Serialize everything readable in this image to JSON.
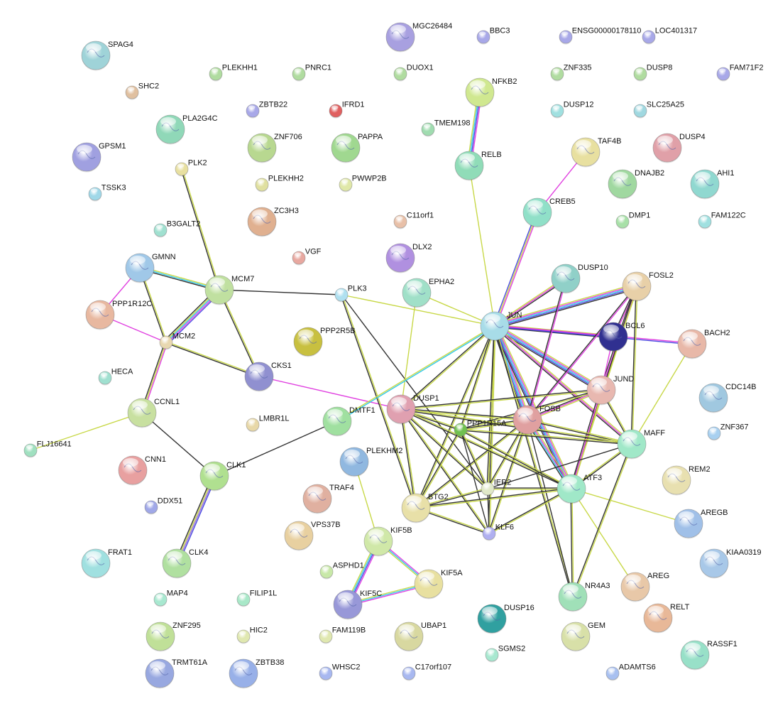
{
  "title": "Protein interaction network",
  "edge_colors": {
    "y": "#c8d848",
    "k": "#333333",
    "m": "#e040e0",
    "c": "#30c8e8",
    "b": "#4848e0",
    "p": "#9a70d8"
  },
  "nodes": [
    {
      "label": "SPAG4",
      "color": "#9fd3d8"
    },
    {
      "label": "SHC2",
      "color": "#e0c0a0"
    },
    {
      "label": "PLEKHH1",
      "color": "#b0dca0"
    },
    {
      "label": "PNRC1",
      "color": "#b0dca0"
    },
    {
      "label": "DUOX1",
      "color": "#b0dca0"
    },
    {
      "label": "MGC26484",
      "color": "#a8a0e0"
    },
    {
      "label": "BBC3",
      "color": "#a8a8e8"
    },
    {
      "label": "ENSG00000178110",
      "color": "#a8a8e8"
    },
    {
      "label": "LOC401317",
      "color": "#a8a8e8"
    },
    {
      "label": "FAM71F2",
      "color": "#a8a8e8"
    },
    {
      "label": "ZNF335",
      "color": "#b0dca0"
    },
    {
      "label": "DUSP8",
      "color": "#b0dca0"
    },
    {
      "label": "ZBTB22",
      "color": "#a8a8e8"
    },
    {
      "label": "IFRD1",
      "color": "#e06060"
    },
    {
      "label": "PLA2G4C",
      "color": "#90d8b8"
    },
    {
      "label": "NFKB2",
      "color": "#d0e890"
    },
    {
      "label": "DUSP12",
      "color": "#a0e0e0"
    },
    {
      "label": "SLC25A25",
      "color": "#a0d8e0"
    },
    {
      "label": "TMEM198",
      "color": "#a0dcb0"
    },
    {
      "label": "GPSM1",
      "color": "#a0a0e0"
    },
    {
      "label": "ZNF706",
      "color": "#b8d890"
    },
    {
      "label": "PAPPA",
      "color": "#a0d890"
    },
    {
      "label": "RELB",
      "color": "#90dcb8"
    },
    {
      "label": "TAF4B",
      "color": "#e8e0a0"
    },
    {
      "label": "DUSP4",
      "color": "#e0a0a8"
    },
    {
      "label": "PLK2",
      "color": "#e8e0a0"
    },
    {
      "label": "PLEKHH2",
      "color": "#e0e0a0"
    },
    {
      "label": "PWWP2B",
      "color": "#e0e8a8"
    },
    {
      "label": "DNAJB2",
      "color": "#a0d8a0"
    },
    {
      "label": "AHI1",
      "color": "#90d8d0"
    },
    {
      "label": "TSSK3",
      "color": "#a0d8e8"
    },
    {
      "label": "CREB5",
      "color": "#90e0c8"
    },
    {
      "label": "ZC3H3",
      "color": "#e0b090"
    },
    {
      "label": "C11orf1",
      "color": "#e8c0a8"
    },
    {
      "label": "DMP1",
      "color": "#a8e0a8"
    },
    {
      "label": "FAM122C",
      "color": "#a0e0e0"
    },
    {
      "label": "B3GALT2",
      "color": "#a0e0d0"
    },
    {
      "label": "VGF",
      "color": "#e8a8a0"
    },
    {
      "label": "DLX2",
      "color": "#b090e0"
    },
    {
      "label": "GMNN",
      "color": "#a0c8e8"
    },
    {
      "label": "DUSP10",
      "color": "#90d0c8"
    },
    {
      "label": "FOSL2",
      "color": "#e8d0a8"
    },
    {
      "label": "MCM7",
      "color": "#c0e0a0"
    },
    {
      "label": "PLK3",
      "color": "#b0e0f0"
    },
    {
      "label": "EPHA2",
      "color": "#a0e0c8"
    },
    {
      "label": "PPP1R12C",
      "color": "#e8b8a0"
    },
    {
      "label": "JUN",
      "color": "#a8dce8"
    },
    {
      "label": "BCL6",
      "color": "#303090"
    },
    {
      "label": "BACH2",
      "color": "#e8b8a8"
    },
    {
      "label": "PPP2R5B",
      "color": "#c8c040"
    },
    {
      "label": "MCM2",
      "color": "#e8d8b0"
    },
    {
      "label": "CKS1",
      "color": "#9090d0"
    },
    {
      "label": "HECA",
      "color": "#a0e0d0"
    },
    {
      "label": "JUND",
      "color": "#e8b8b0"
    },
    {
      "label": "CDC14B",
      "color": "#a0c8e0"
    },
    {
      "label": "DUSP1",
      "color": "#e0a0b0"
    },
    {
      "label": "CCNL1",
      "color": "#c8e0a0"
    },
    {
      "label": "FOSB",
      "color": "#e0a0a0"
    },
    {
      "label": "DMTF1",
      "color": "#a0e0a0"
    },
    {
      "label": "PPP1R15A",
      "color": "#70c050"
    },
    {
      "label": "LMBR1L",
      "color": "#e8d8a8"
    },
    {
      "label": "MAFF",
      "color": "#a0e8c8"
    },
    {
      "label": "ZNF367",
      "color": "#a8d0f0"
    },
    {
      "label": "FLJ16641",
      "color": "#a0e0c0"
    },
    {
      "label": "PLEKHM2",
      "color": "#90b8e0"
    },
    {
      "label": "CNN1",
      "color": "#e8a0a0"
    },
    {
      "label": "CLK1",
      "color": "#b0e090"
    },
    {
      "label": "REM2",
      "color": "#e8e0b0"
    },
    {
      "label": "IER2",
      "color": "#e0e8c8"
    },
    {
      "label": "ATF3",
      "color": "#a0e8c8"
    },
    {
      "label": "TRAF4",
      "color": "#e0b0a0"
    },
    {
      "label": "DDX51",
      "color": "#a0a8e8"
    },
    {
      "label": "BTG2",
      "color": "#e8e0a8"
    },
    {
      "label": "AREGB",
      "color": "#a0c0e8"
    },
    {
      "label": "VPS37B",
      "color": "#e8d0a0"
    },
    {
      "label": "KLF6",
      "color": "#b0b0f0"
    },
    {
      "label": "KIF5B",
      "color": "#d0e8a8"
    },
    {
      "label": "FRAT1",
      "color": "#a0e0e0"
    },
    {
      "label": "CLK4",
      "color": "#b0e0a0"
    },
    {
      "label": "KIAA0319",
      "color": "#a8c8e8"
    },
    {
      "label": "ASPHD1",
      "color": "#c8e8a8"
    },
    {
      "label": "KIF5A",
      "color": "#e8e0a0"
    },
    {
      "label": "AREG",
      "color": "#e8c8a8"
    },
    {
      "label": "MAP4",
      "color": "#a8e8d0"
    },
    {
      "label": "FILIP1L",
      "color": "#a8e8c8"
    },
    {
      "label": "KIF5C",
      "color": "#9898d8"
    },
    {
      "label": "NR4A3",
      "color": "#a0e0b8"
    },
    {
      "label": "DUSP16",
      "color": "#30a0a0"
    },
    {
      "label": "RELT",
      "color": "#e8b898"
    },
    {
      "label": "ZNF295",
      "color": "#c0e098"
    },
    {
      "label": "HIC2",
      "color": "#e0e8b0"
    },
    {
      "label": "FAM119B",
      "color": "#e0e8b0"
    },
    {
      "label": "UBAP1",
      "color": "#d8d8a0"
    },
    {
      "label": "GEM",
      "color": "#d8e0a8"
    },
    {
      "label": "SGMS2",
      "color": "#a8e8d0"
    },
    {
      "label": "RASSF1",
      "color": "#98e0c8"
    },
    {
      "label": "TRMT61A",
      "color": "#98a8e0"
    },
    {
      "label": "ZBTB38",
      "color": "#98b0e8"
    },
    {
      "label": "WHSC2",
      "color": "#a8b8f0"
    },
    {
      "label": "C17orf107",
      "color": "#a8b8f0"
    },
    {
      "label": "ADAMTS6",
      "color": "#a8c0f0"
    }
  ],
  "edges": [
    [
      "PLK2",
      "MCM7",
      "yk"
    ],
    [
      "GMNN",
      "MCM7",
      "yck"
    ],
    [
      "GMNN",
      "MCM2",
      "yk"
    ],
    [
      "GMNN",
      "PPP1R12C",
      "m"
    ],
    [
      "PPP1R12C",
      "MCM2",
      "m"
    ],
    [
      "MCM7",
      "MCM2",
      "bmcyk"
    ],
    [
      "MCM7",
      "CKS1",
      "yk"
    ],
    [
      "MCM7",
      "PLK3",
      "k"
    ],
    [
      "MCM2",
      "CKS1",
      "yk"
    ],
    [
      "MCM2",
      "CCNL1",
      "myk"
    ],
    [
      "CCNL1",
      "FLJ16641",
      "y"
    ],
    [
      "CCNL1",
      "CLK1",
      "k"
    ],
    [
      "CLK1",
      "CLK4",
      "bpyk"
    ],
    [
      "CLK1",
      "DMTF1",
      "k"
    ],
    [
      "CKS1",
      "DUSP1",
      "m"
    ],
    [
      "PLK3",
      "JUN",
      "y"
    ],
    [
      "PLK3",
      "BTG2",
      "yk"
    ],
    [
      "PLK3",
      "IER2",
      "k"
    ],
    [
      "EPHA2",
      "JUN",
      "y"
    ],
    [
      "EPHA2",
      "DUSP1",
      "y"
    ],
    [
      "NFKB2",
      "RELB",
      "mbcy"
    ],
    [
      "RELB",
      "JUN",
      "y"
    ],
    [
      "TAF4B",
      "CREB5",
      "m"
    ],
    [
      "CREB5",
      "JUN",
      "myb"
    ],
    [
      "JUN",
      "DUSP10",
      "ymk"
    ],
    [
      "JUN",
      "FOSL2",
      "ymcbk"
    ],
    [
      "JUN",
      "BCL6",
      "ymk"
    ],
    [
      "JUN",
      "BACH2",
      "mb"
    ],
    [
      "JUN",
      "JUND",
      "ymcbk"
    ],
    [
      "JUN",
      "FOSB",
      "ymcbk"
    ],
    [
      "JUN",
      "DUSP1",
      "yk"
    ],
    [
      "JUN",
      "DMTF1",
      "cy"
    ],
    [
      "JUN",
      "ATF3",
      "ymcbk"
    ],
    [
      "JUN",
      "MAFF",
      "ymk"
    ],
    [
      "JUN",
      "BTG2",
      "yk"
    ],
    [
      "JUN",
      "KLF6",
      "yk"
    ],
    [
      "JUN",
      "IER2",
      "yk"
    ],
    [
      "JUN",
      "PPP1R15A",
      "yk"
    ],
    [
      "JUN",
      "NR4A3",
      "yk"
    ],
    [
      "DUSP10",
      "FOSB",
      "mk"
    ],
    [
      "FOSL2",
      "BCL6",
      "mk"
    ],
    [
      "FOSL2",
      "JUND",
      "ymk"
    ],
    [
      "FOSL2",
      "MAFF",
      "yk"
    ],
    [
      "FOSL2",
      "ATF3",
      "yk"
    ],
    [
      "FOSL2",
      "FOSB",
      "mk"
    ],
    [
      "BCL6",
      "JUND",
      "m"
    ],
    [
      "BACH2",
      "MAFF",
      "y"
    ],
    [
      "JUND",
      "FOSB",
      "ymk"
    ],
    [
      "JUND",
      "ATF3",
      "ymk"
    ],
    [
      "JUND",
      "MAFF",
      "yk"
    ],
    [
      "JUND",
      "PPP1R15A",
      "yk"
    ],
    [
      "JUND",
      "DUSP1",
      "yk"
    ],
    [
      "FOSB",
      "ATF3",
      "ymck"
    ],
    [
      "FOSB",
      "MAFF",
      "yk"
    ],
    [
      "FOSB",
      "DUSP1",
      "yk"
    ],
    [
      "FOSB",
      "IER2",
      "yk"
    ],
    [
      "FOSB",
      "KLF6",
      "yk"
    ],
    [
      "FOSB",
      "BTG2",
      "yk"
    ],
    [
      "FOSB",
      "NR4A3",
      "k"
    ],
    [
      "FOSB",
      "PPP1R15A",
      "yk"
    ],
    [
      "DUSP1",
      "PPP1R15A",
      "yk"
    ],
    [
      "DUSP1",
      "ATF3",
      "yk"
    ],
    [
      "DUSP1",
      "MAFF",
      "yk"
    ],
    [
      "DUSP1",
      "IER2",
      "yk"
    ],
    [
      "DUSP1",
      "KLF6",
      "yk"
    ],
    [
      "DUSP1",
      "BTG2",
      "yk"
    ],
    [
      "PPP1R15A",
      "ATF3",
      "yk"
    ],
    [
      "PPP1R15A",
      "BTG2",
      "yk"
    ],
    [
      "PPP1R15A",
      "KLF6",
      "k"
    ],
    [
      "PPP1R15A",
      "IER2",
      "yk"
    ],
    [
      "PPP1R15A",
      "MAFF",
      "yk"
    ],
    [
      "ATF3",
      "MAFF",
      "yk"
    ],
    [
      "ATF3",
      "IER2",
      "yk"
    ],
    [
      "ATF3",
      "BTG2",
      "yk"
    ],
    [
      "ATF3",
      "KLF6",
      "yk"
    ],
    [
      "ATF3",
      "NR4A3",
      "yk"
    ],
    [
      "ATF3",
      "AREGB",
      "y"
    ],
    [
      "ATF3",
      "AREG",
      "y"
    ],
    [
      "MAFF",
      "NR4A3",
      "yk"
    ],
    [
      "MAFF",
      "IER2",
      "k"
    ],
    [
      "BTG2",
      "IER2",
      "yk"
    ],
    [
      "BTG2",
      "KLF6",
      "yk"
    ],
    [
      "IER2",
      "KLF6",
      "k"
    ],
    [
      "PLEKHM2",
      "KIF5B",
      "y"
    ],
    [
      "KIF5B",
      "KIF5A",
      "mcy"
    ],
    [
      "KIF5B",
      "KIF5C",
      "mbcy"
    ],
    [
      "KIF5A",
      "KIF5C",
      "mcy"
    ]
  ]
}
